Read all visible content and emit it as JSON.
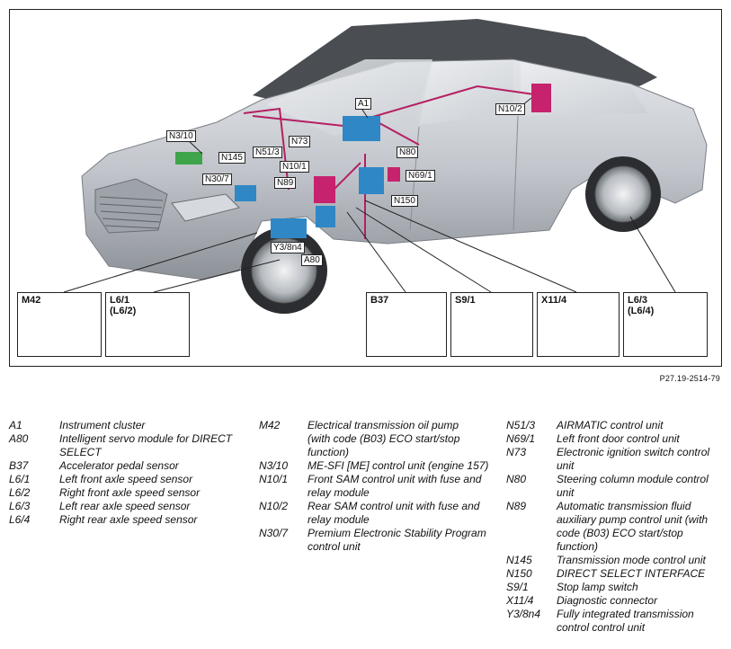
{
  "diagram": {
    "callouts": [
      "A1",
      "N10/2",
      "N3/10",
      "N73",
      "N80",
      "N145",
      "N51/3",
      "N10/1",
      "N30/7",
      "N69/1",
      "N89",
      "N150",
      "Y3/8n4",
      "A80"
    ],
    "panels": [
      {
        "label": "M42"
      },
      {
        "label": "L6/1\n(L6/2)"
      },
      {
        "label": "B37"
      },
      {
        "label": "S9/1"
      },
      {
        "label": "X11/4"
      },
      {
        "label": "L6/3\n(L6/4)"
      }
    ],
    "figure_ref": "P27.19-2514-79"
  },
  "legend": {
    "col1": [
      {
        "code": "A1",
        "desc": "Instrument cluster"
      },
      {
        "code": "A80",
        "desc": "Intelligent servo module for DIRECT SELECT"
      },
      {
        "code": "B37",
        "desc": "Accelerator pedal sensor"
      },
      {
        "code": "L6/1",
        "desc": "Left front axle speed sensor"
      },
      {
        "code": "L6/2",
        "desc": "Right front axle speed sensor"
      },
      {
        "code": "L6/3",
        "desc": "Left rear axle speed sensor"
      },
      {
        "code": "L6/4",
        "desc": "Right rear axle speed sensor"
      }
    ],
    "col2": [
      {
        "code": "M42",
        "desc": "Electrical transmission oil pump"
      },
      {
        "code": "",
        "desc": "(with code (B03) ECO start/stop function)"
      },
      {
        "code": "N3/10",
        "desc": "ME-SFI [ME] control unit (engine 157)"
      },
      {
        "code": "N10/1",
        "desc": "Front SAM control unit with fuse and relay module"
      },
      {
        "code": "N10/2",
        "desc": "Rear SAM control unit with fuse and relay module"
      },
      {
        "code": "N30/7",
        "desc": "Premium Electronic Stability Program control unit"
      }
    ],
    "col3": [
      {
        "code": "N51/3",
        "desc": "AIRMATIC control unit"
      },
      {
        "code": "N69/1",
        "desc": "Left front door control unit"
      },
      {
        "code": "N73",
        "desc": "Electronic ignition switch control unit"
      },
      {
        "code": "N80",
        "desc": "Steering column module control unit"
      },
      {
        "code": "N89",
        "desc": "Automatic transmission fluid auxiliary pump control unit (with code (B03) ECO start/stop function)"
      },
      {
        "code": "N145",
        "desc": "Transmission mode control unit"
      },
      {
        "code": "N150",
        "desc": "DIRECT SELECT INTERFACE"
      },
      {
        "code": "S9/1",
        "desc": "Stop lamp switch"
      },
      {
        "code": "X11/4",
        "desc": "Diagnostic connector"
      },
      {
        "code": "Y3/8n4",
        "desc": "Fully integrated transmission control control unit"
      }
    ]
  }
}
